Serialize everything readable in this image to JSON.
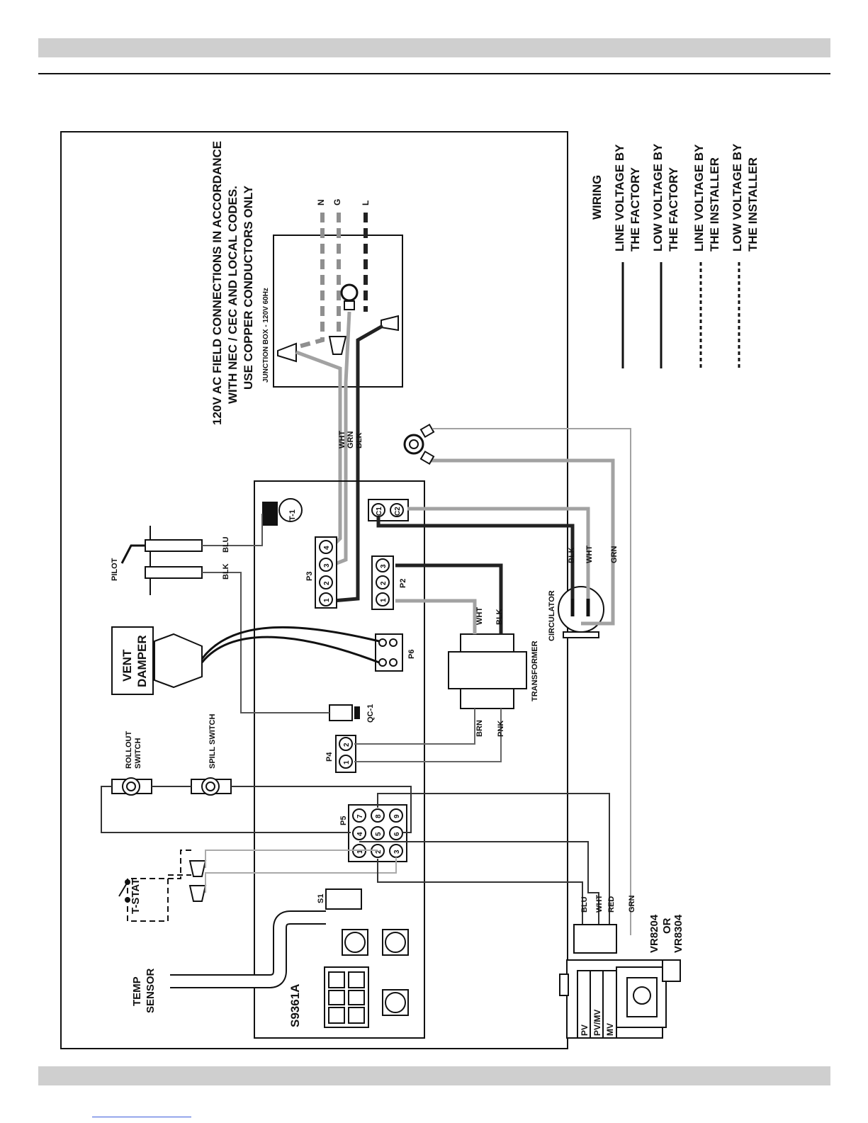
{
  "colors": {
    "line_factory": "#a2a2a2",
    "low_factory": "#222222",
    "line_installer": "#8f8f8f",
    "box_stroke": "#111111"
  },
  "field_note": {
    "line1": "120V AC FIELD CONNECTIONS IN ACCORDANCE",
    "line2": "WITH NEC / CEC AND LOCAL CODES.",
    "line3": "USE COPPER CONDUCTORS ONLY"
  },
  "junction_box": {
    "label": "JUNCTION BOX - 120V 60Hz",
    "n": "N",
    "g": "G",
    "l": "L"
  },
  "legend": {
    "title": "WIRING",
    "items": [
      {
        "line1": "LINE VOLTAGE BY",
        "line2": "THE FACTORY"
      },
      {
        "line1": "LOW VOLTAGE BY",
        "line2": "THE FACTORY"
      },
      {
        "line1": "LINE VOLTAGE BY",
        "line2": "THE INSTALLER"
      },
      {
        "line1": "LOW VOLTAGE BY",
        "line2": "THE INSTALLER"
      }
    ]
  },
  "components": {
    "pilot": "PILOT",
    "vent_damper_1": "VENT",
    "vent_damper_2": "DAMPER",
    "rollout_1": "ROLLOUT",
    "rollout_2": "SWITCH",
    "spill": "SPILL SWITCH",
    "tstat": "T-STAT",
    "temp_1": "TEMP",
    "temp_2": "SENSOR",
    "board": "S9361A",
    "t1": "T-1",
    "qc1": "QC-1",
    "p2": "P2",
    "p3": "P3",
    "p4": "P4",
    "p5": "P5",
    "p6": "P6",
    "s1": "S1",
    "c1": "C1",
    "c2": "C2",
    "transformer": "TRANSFORMER",
    "circulator": "CIRCULATOR",
    "valve_1": "VR8204",
    "valve_2": "OR",
    "valve_3": "VR8304",
    "pv": "PV",
    "pvmv": "PV/MV",
    "mv": "MV"
  },
  "wire_labels": {
    "wht": "WHT",
    "grn": "GRN",
    "blk": "BLK",
    "blu": "BLU",
    "brn": "BRN",
    "pnk": "PNK",
    "red": "RED"
  },
  "pins": {
    "n1": "1",
    "n2": "2",
    "n3": "3",
    "n4": "4",
    "n5": "5",
    "n6": "6",
    "n7": "7",
    "n8": "8",
    "n9": "9"
  }
}
